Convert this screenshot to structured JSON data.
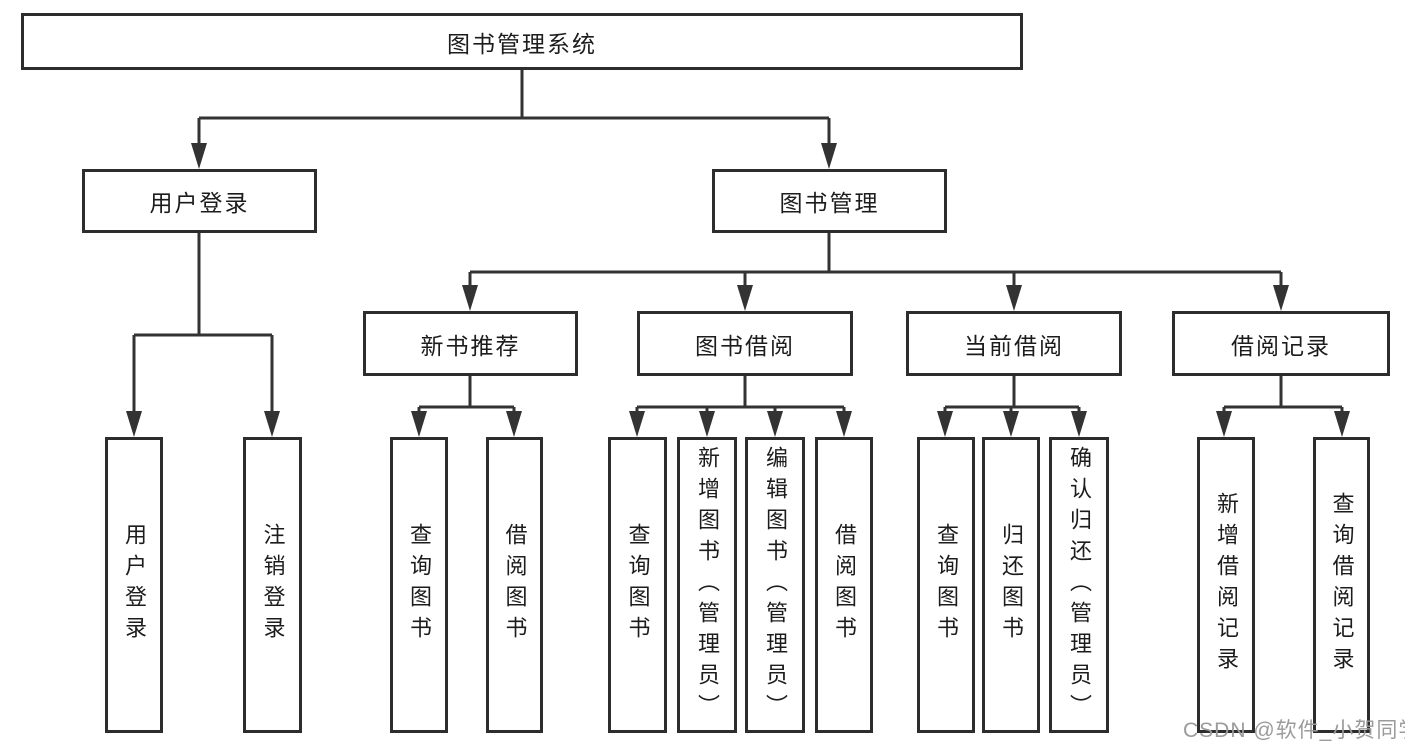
{
  "diagram": {
    "root": {
      "label": "图书管理系统"
    },
    "level2": {
      "user_login": "用户登录",
      "book_mgmt": "图书管理"
    },
    "level3": {
      "new_books": "新书推荐",
      "book_borrow": "图书借阅",
      "current_borrow": "当前借阅",
      "borrow_records": "借阅记录"
    },
    "leaves": {
      "user_login": [
        "用户登录",
        "注销登录"
      ],
      "new_books": [
        "查询图书",
        "借阅图书"
      ],
      "book_borrow": [
        "查询图书",
        "新增图书（管理员）",
        "编辑图书（管理员）",
        "借阅图书"
      ],
      "current_borrow": [
        "查询图书",
        "归还图书",
        "确认归还（管理员）"
      ],
      "borrow_records": [
        "新增借阅记录",
        "查询借阅记录"
      ]
    },
    "watermark": "CSDN @软件_小贺同学",
    "colors": {
      "line": "#333333",
      "box_border": "#2d2d2d",
      "text": "#1c1c1c",
      "watermark": "#9b9b9b",
      "background": "#ffffff"
    }
  }
}
